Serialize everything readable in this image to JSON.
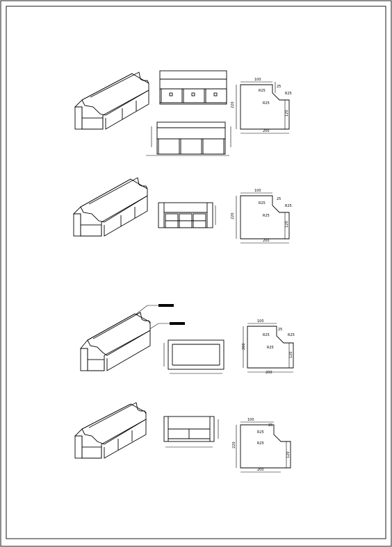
{
  "sheets": [
    {
      "labels": {
        "top": "100",
        "step": "25",
        "height": "220",
        "bottom": "200",
        "inner": "120",
        "r1": "R25",
        "r2": "R25",
        "r3": "R25"
      }
    },
    {
      "labels": {
        "top": "100",
        "step": "25",
        "height": "220",
        "bottom": "200",
        "inner": "120",
        "r1": "R25",
        "r2": "R25",
        "r3": "R25"
      }
    },
    {
      "labels": {
        "top": "100",
        "step": "25",
        "height": "200",
        "bottom": "200",
        "inner": "120",
        "r1": "R25",
        "r2": "R25",
        "r3": "R25"
      }
    },
    {
      "labels": {
        "top": "100",
        "step": "25",
        "height": "220",
        "bottom": "200",
        "inner": "120",
        "r1": "R25",
        "r2": "R25",
        "r3": ""
      }
    }
  ]
}
